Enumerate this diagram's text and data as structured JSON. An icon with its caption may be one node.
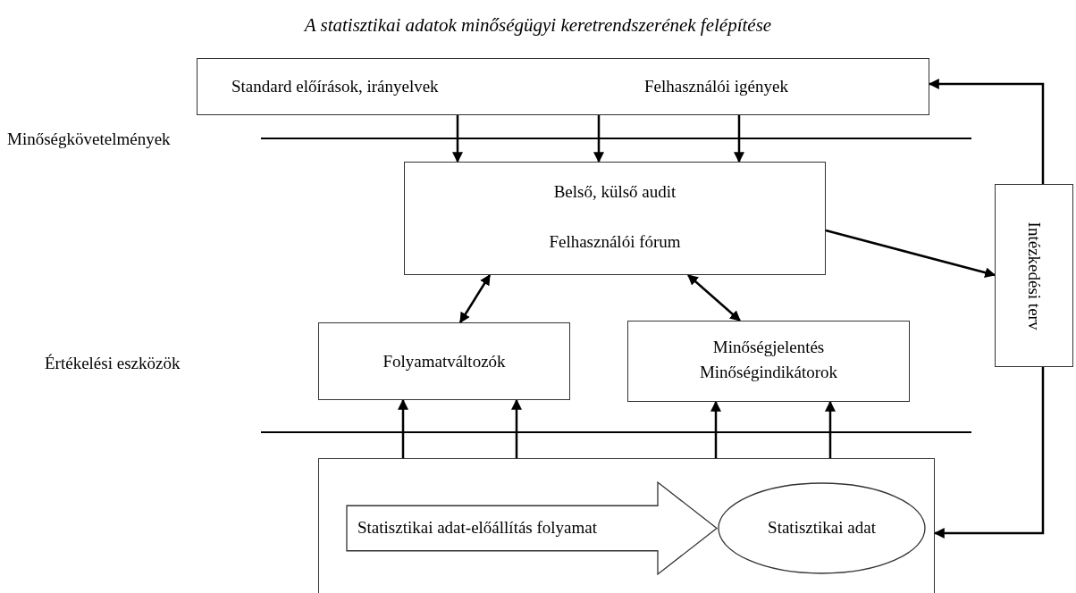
{
  "diagram": {
    "title": "A statisztikai adatok minőségügyi keretrendszerének felépítése",
    "nodes": [
      {
        "text": [
          "Standard előírások, irányelvek",
          "Felhasználói igények"
        ]
      },
      {
        "text": [
          "Belső, külső audit",
          "Felhasználói fórum"
        ]
      },
      {
        "text": [
          "Folyamatváltozók"
        ]
      },
      {
        "text": [
          "Minőségjelentés",
          "Minőségindikátorok"
        ]
      },
      {
        "text": [
          "Intézkedési terv"
        ]
      },
      {
        "text": [],
        "shape": "box"
      },
      {
        "text": [
          "Statisztikai adat-előállítás folyamat"
        ],
        "in": 5
      },
      {
        "text": [
          "Statisztikai adat"
        ],
        "in": 5
      }
    ],
    "edges": [
      {
        "from": 0,
        "to": 1,
        "arrow": "to"
      },
      {
        "from": 0,
        "to": 1,
        "arrow": "to"
      },
      {
        "from": 0,
        "to": 1,
        "arrow": "to"
      },
      {
        "from": 1,
        "to": 2,
        "arrow": "both"
      },
      {
        "from": 1,
        "to": 3,
        "arrow": "both"
      },
      {
        "from": 1,
        "to": 4,
        "arrow": "to"
      },
      {
        "from": 4,
        "to": 0,
        "arrow": "to"
      },
      {
        "from": 4,
        "to": 5,
        "arrow": "to"
      },
      {
        "from": 5,
        "to": 2,
        "arrow": "to"
      },
      {
        "from": 5,
        "to": 2,
        "arrow": "to"
      },
      {
        "from": 5,
        "to": 3,
        "arrow": "to"
      },
      {
        "from": 5,
        "to": 3,
        "arrow": "to"
      }
    ],
    "labels": [
      "Minőségkövetelmények",
      "Értékelési eszközök"
    ]
  }
}
